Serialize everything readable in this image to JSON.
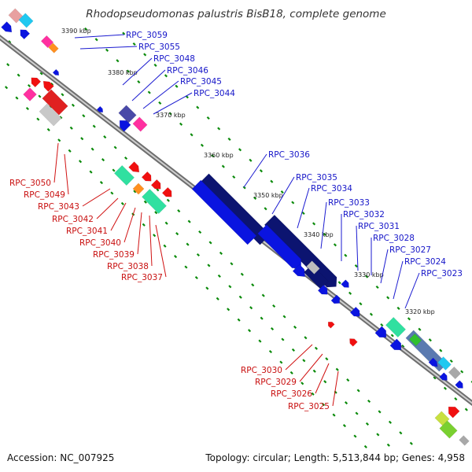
{
  "title": "Rhodopseudomonas palustris BisB18, complete genome",
  "footer": {
    "accession": "Accession: NC_007925",
    "summary": "Topology: circular; Length: 5,513,844 bp; Genes: 4,958"
  },
  "colors": {
    "blue": "#0a14e0",
    "navy": "#0c1470",
    "red": "#f01010",
    "green_tick": "#0a8a0a",
    "axis": "#8a8a8a"
  },
  "scale": [
    {
      "label": "3390 kbp"
    },
    {
      "label": "3380 kbp"
    },
    {
      "label": "3370 kbp"
    },
    {
      "label": "3360 kbp"
    },
    {
      "label": "3350 kbp"
    },
    {
      "label": "3340 kbp"
    },
    {
      "label": "3330 kbp"
    },
    {
      "label": "3320 kbp"
    }
  ],
  "top_labels": [
    "RPC_3059",
    "RPC_3055",
    "RPC_3048",
    "RPC_3046",
    "RPC_3045",
    "RPC_3044",
    "RPC_3036",
    "RPC_3035",
    "RPC_3034",
    "RPC_3033",
    "RPC_3032",
    "RPC_3031",
    "RPC_3028",
    "RPC_3027",
    "RPC_3024",
    "RPC_3023"
  ],
  "bottom_labels": [
    "RPC_3050",
    "RPC_3049",
    "RPC_3043",
    "RPC_3042",
    "RPC_3041",
    "RPC_3040",
    "RPC_3039",
    "RPC_3038",
    "RPC_3037",
    "RPC_3030",
    "RPC_3029",
    "RPC_3026",
    "RPC_3025"
  ]
}
